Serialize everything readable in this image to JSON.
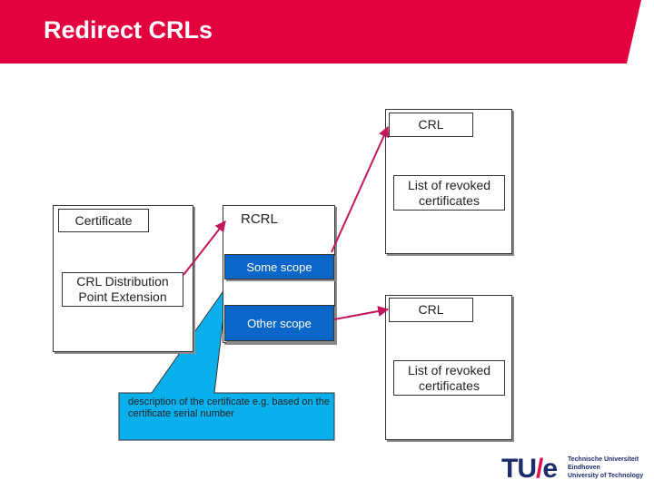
{
  "slide": {
    "title": "Redirect CRLs"
  },
  "certificate": {
    "title": "Certificate",
    "extension": "CRL Distribution Point Extension"
  },
  "rcrl": {
    "title": "RCRL",
    "scope_1": "Some scope",
    "scope_2": "Other scope"
  },
  "crl_top": {
    "title": "CRL",
    "content": "List of revoked certificates"
  },
  "crl_bottom": {
    "title": "CRL",
    "content": "List of revoked certificates"
  },
  "callout": {
    "text": "description of the certificate e.g. based on the certificate serial number"
  },
  "logo": {
    "mark_left": "TU",
    "mark_slash": "/",
    "mark_right": "e",
    "line_1": "Technische Universiteit",
    "line_2": "Eindhoven",
    "line_3": "University of Technology"
  },
  "colors": {
    "header": "#e3003f",
    "scope_fill": "#0a66c9",
    "callout_fill": "#0ab0ec",
    "arrow": "#c2185b"
  }
}
